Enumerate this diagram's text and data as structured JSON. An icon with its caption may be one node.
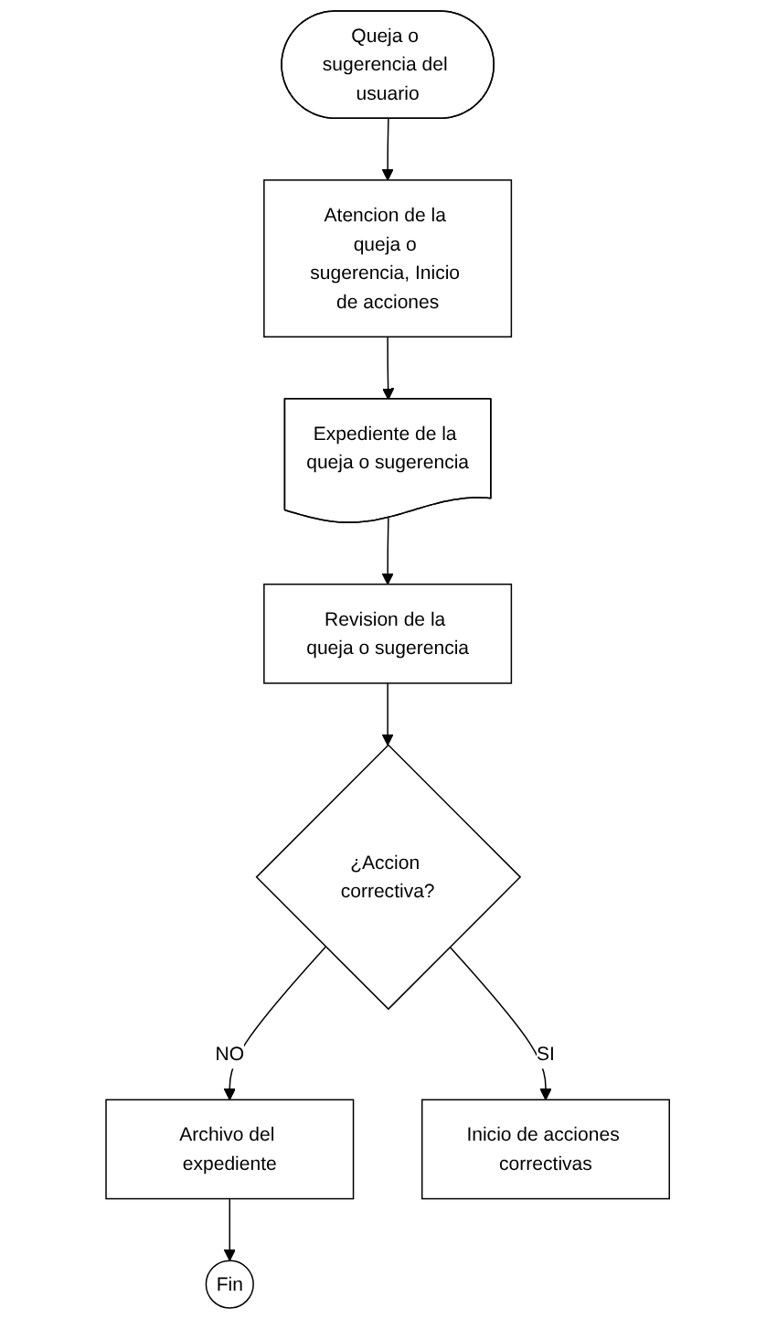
{
  "diagram": {
    "nodes": [
      {
        "text": [
          "Queja o sugerencia del usuario"
        ]
      },
      {
        "text": [
          "Atencion de la queja o sugerencia, Inicio de acciones"
        ]
      },
      {
        "text": [
          "Expediente de la queja o sugerencia"
        ]
      },
      {
        "text": [
          "Revision de la queja o sugerencia"
        ]
      },
      {
        "text": [
          "¿Accion correctiva?"
        ]
      },
      {
        "text": [
          "Archivo del expediente"
        ]
      },
      {
        "text": [
          "Fin"
        ]
      },
      {
        "text": [
          "Inicio de acciones correctivas"
        ]
      }
    ],
    "edges": [
      {
        "from": 0,
        "to": 1,
        "arrow": "to"
      },
      {
        "from": 1,
        "to": 2,
        "arrow": "to"
      },
      {
        "from": 2,
        "to": 3,
        "arrow": "to"
      },
      {
        "from": 3,
        "to": 4,
        "arrow": "to"
      },
      {
        "from": 4,
        "to": 5,
        "arrow": "to",
        "label": "NO"
      },
      {
        "from": 5,
        "to": 6,
        "arrow": "to"
      },
      {
        "from": 4,
        "to": 7,
        "arrow": "to",
        "label": "SI"
      }
    ]
  }
}
